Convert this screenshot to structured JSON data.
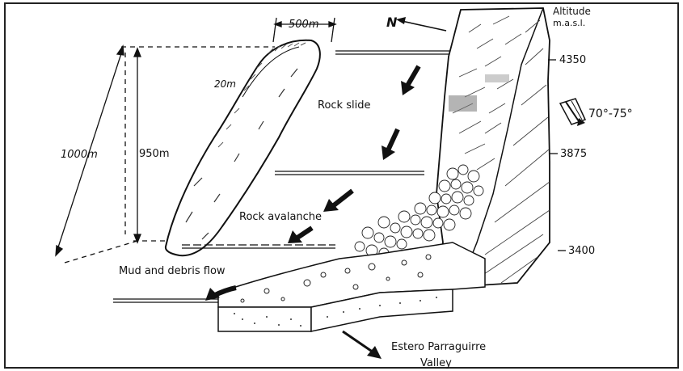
{
  "diagram": {
    "north_label": "N",
    "altitude_header_line1": "Altitude",
    "altitude_header_line2": "m.a.s.l.",
    "altitudes": [
      "4350",
      "3875",
      "3400"
    ],
    "width_label": "500m",
    "thickness_label": "20m",
    "length_slope_label": "1000m",
    "height_label": "950m",
    "zone_labels": {
      "rock_slide": "Rock slide",
      "rock_avalanche": "Rock avalanche",
      "mud_debris": "Mud and debris flow"
    },
    "dip_label": "70°-75°",
    "valley_label_line1": "Estero Parraguirre",
    "valley_label_line2": "Valley"
  }
}
